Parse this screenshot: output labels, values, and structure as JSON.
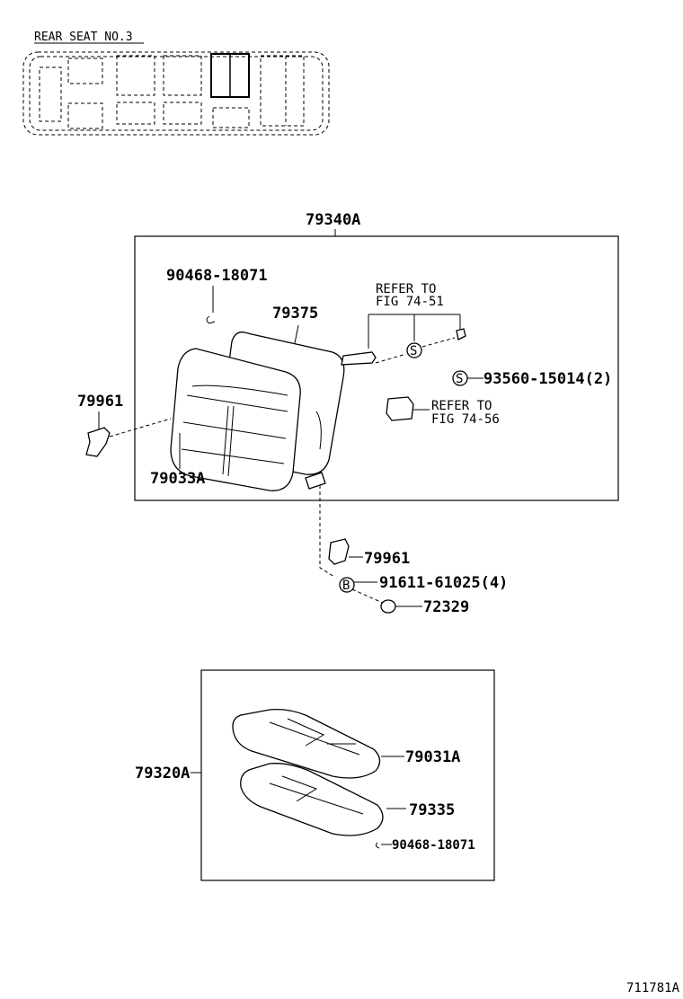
{
  "header": {
    "location_label": "REAR SEAT  NO.3"
  },
  "callouts": {
    "seatback_assembly": "79340A",
    "clip_top": "90468-18071",
    "seatback_pad": "79375",
    "refer_fig_74_51_line1": "REFER TO",
    "refer_fig_74_51_line2": "FIG 74-51",
    "screw_s": "93560-15014(2)",
    "refer_fig_74_56_line1": "REFER TO",
    "refer_fig_74_56_line2": "FIG 74-56",
    "hinge_cover_left": "79961",
    "seatback_cover": "79033A",
    "hinge_cover_lower": "79961",
    "bolt_b": "91611-61025(4)",
    "bushing": "72329",
    "cushion_assembly": "79320A",
    "cushion_cover": "79031A",
    "cushion_pad": "79335",
    "clip_bottom": "90468-18071"
  },
  "symbols": {
    "screw_symbol": "S",
    "bolt_symbol": "B"
  },
  "footer": {
    "figure_code": "711781A"
  }
}
